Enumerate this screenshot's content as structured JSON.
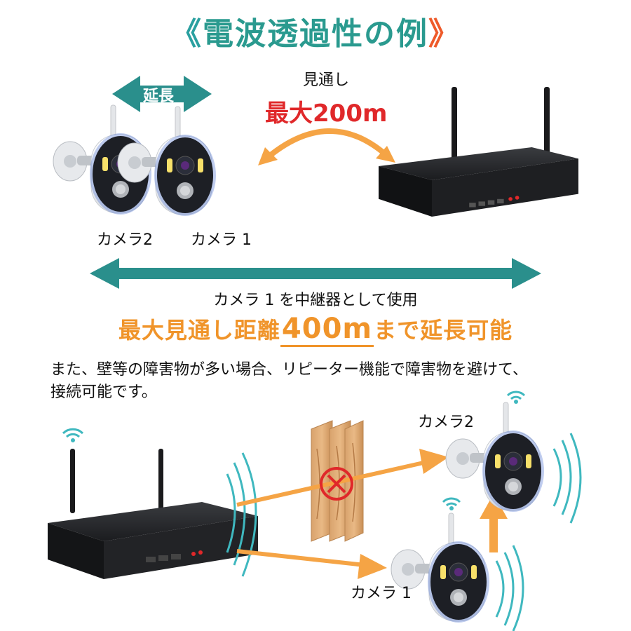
{
  "title": {
    "prefix_chevrons": "《",
    "text": "電波透過性の例",
    "suffix_chevrons": "》"
  },
  "top_diagram": {
    "extension_label": "延長",
    "line_of_sight_label": "見通し",
    "max_range_label": "最大200m",
    "camera2_label": "カメラ2",
    "camera1_label": "カメラ 1"
  },
  "repeater": {
    "usage_text": "カメラ 1 を中継器として使用",
    "range_prefix": "最大見通し距離",
    "range_value": "400m",
    "range_suffix": "まで延長可能"
  },
  "description": {
    "line1": "また、壁等の障害物が多い場合、リピーター機能で障害物を避けて、",
    "line2": "接続可能です。"
  },
  "bottom_diagram": {
    "camera2_label": "カメラ2",
    "camera1_label": "カメラ 1",
    "blocked_symbol": "X"
  },
  "colors": {
    "teal": "#2a8f8c",
    "orange": "#f5a445",
    "red": "#e0282a",
    "wave": "#3fb8bf"
  }
}
